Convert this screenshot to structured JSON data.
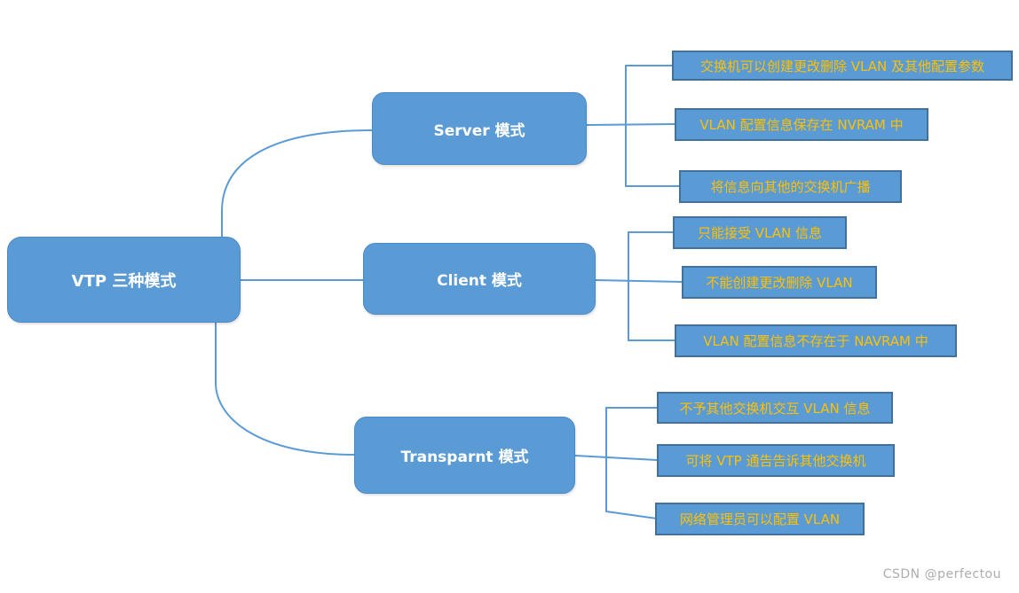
{
  "diagram": {
    "title": "VTP 三种模式",
    "root": {
      "label": "VTP 三种模式"
    },
    "branches": [
      {
        "label": "Server 模式",
        "leaves": [
          "交换机可以创建更改删除 VLAN 及其他配置参数",
          "VLAN 配置信息保存在 NVRAM 中",
          "将信息向其他的交换机广播"
        ]
      },
      {
        "label": "Client 模式",
        "leaves": [
          "只能接受 VLAN 信息",
          "不能创建更改删除 VLAN",
          "VLAN 配置信息不存在于 NAVRAM 中"
        ]
      },
      {
        "label": "Transparnt 模式",
        "leaves": [
          "不予其他交换机交互 VLAN 信息",
          "可将 VTP 通告告诉其他交换机",
          "网络管理员可以配置 VLAN"
        ]
      }
    ]
  },
  "watermark": "CSDN @perfectou",
  "colors": {
    "node_fill": "#5B9BD5",
    "node_border": "#4A89C8",
    "leaf_border": "#41719C",
    "leaf_text": "#FFC000",
    "node_text": "#FFFFFF",
    "connector": "#5B9BD5",
    "watermark_text": "#ADADAD",
    "background": "#FFFFFF"
  }
}
